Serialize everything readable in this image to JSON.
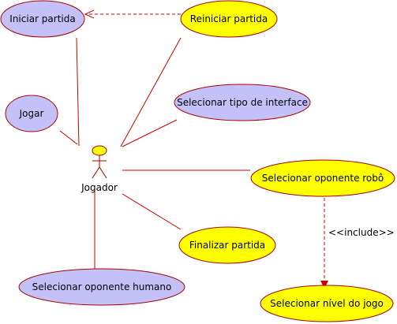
{
  "diagram": {
    "actor": {
      "label": "Jogador"
    },
    "use_cases": [
      {
        "id": "iniciar",
        "label": "Iniciar partida",
        "color": "#C4C0F8"
      },
      {
        "id": "reiniciar",
        "label": "Reiniciar partida",
        "color": "#FFFF00"
      },
      {
        "id": "jogar",
        "label": "Jogar",
        "color": "#C4C0F8"
      },
      {
        "id": "tipo-interface",
        "label": "Selecionar tipo de interface",
        "color": "#C4C0F8"
      },
      {
        "id": "oponente-robo",
        "label": "Selecionar oponente robô",
        "color": "#FFFF00"
      },
      {
        "id": "finalizar",
        "label": "Finalizar partida",
        "color": "#FFFF00"
      },
      {
        "id": "oponente-humano",
        "label": "Selecionar oponente humano",
        "color": "#C4C0F8"
      },
      {
        "id": "nivel-jogo",
        "label": "Selecionar nível do jogo",
        "color": "#FFFF00"
      }
    ],
    "include_label": "<<include>>",
    "colors": {
      "line": "#CC0000",
      "ellipse_stroke": "#AA0000",
      "actor_head": "#FFFF00"
    }
  }
}
